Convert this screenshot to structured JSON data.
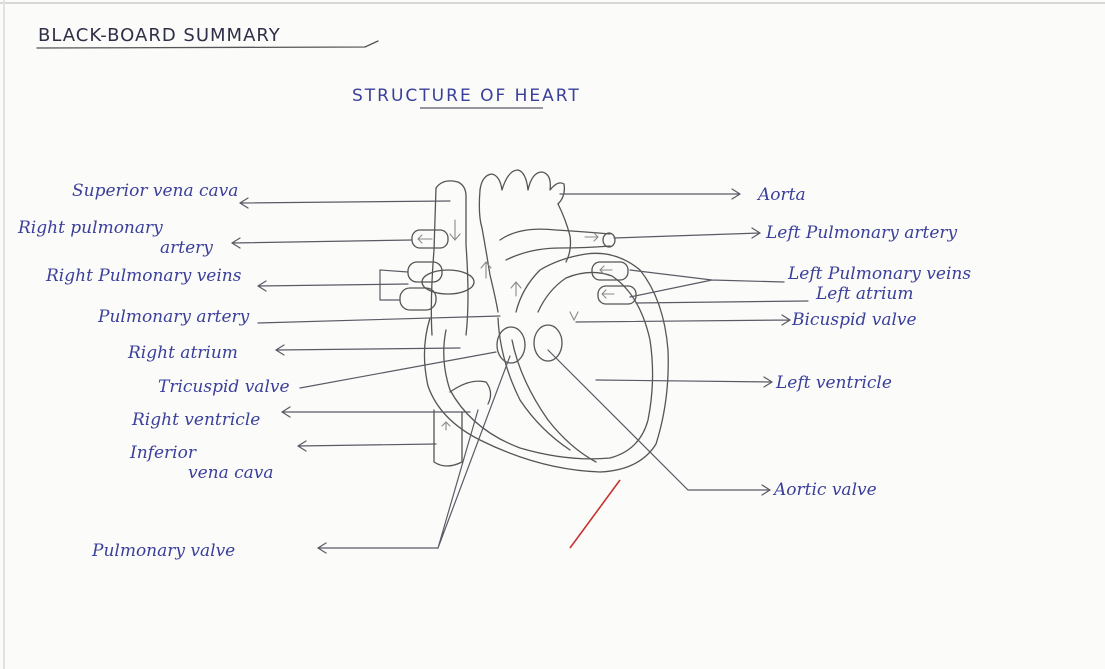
{
  "header": {
    "board_title": "BLACK-BOARD SUMMARY",
    "diagram_title": "STRUCTURE OF HEART"
  },
  "labels_left": {
    "superior_vena_cava": "Superior vena cava",
    "right_pulmonary_artery_1": "Right pulmonary",
    "right_pulmonary_artery_2": "artery",
    "right_pulmonary_veins": "Right Pulmonary veins",
    "pulmonary_artery": "Pulmonary artery",
    "right_atrium": "Right atrium",
    "tricuspid_valve": "Tricuspid valve",
    "right_ventricle": "Right ventricle",
    "inferior_vena_cava_1": "Inferior",
    "inferior_vena_cava_2": "vena cava",
    "pulmonary_valve": "Pulmonary valve"
  },
  "labels_right": {
    "aorta": "Aorta",
    "left_pulmonary_artery": "Left Pulmonary artery",
    "left_pulmonary_veins": "Left Pulmonary veins",
    "left_atrium": "Left atrium",
    "bicuspid_valve": "Bicuspid valve",
    "left_ventricle": "Left ventricle",
    "aortic_valve": "Aortic valve"
  },
  "colors": {
    "ink": "#3a3f9a",
    "pencil": "#555555",
    "red_mark": "#c8322f"
  }
}
